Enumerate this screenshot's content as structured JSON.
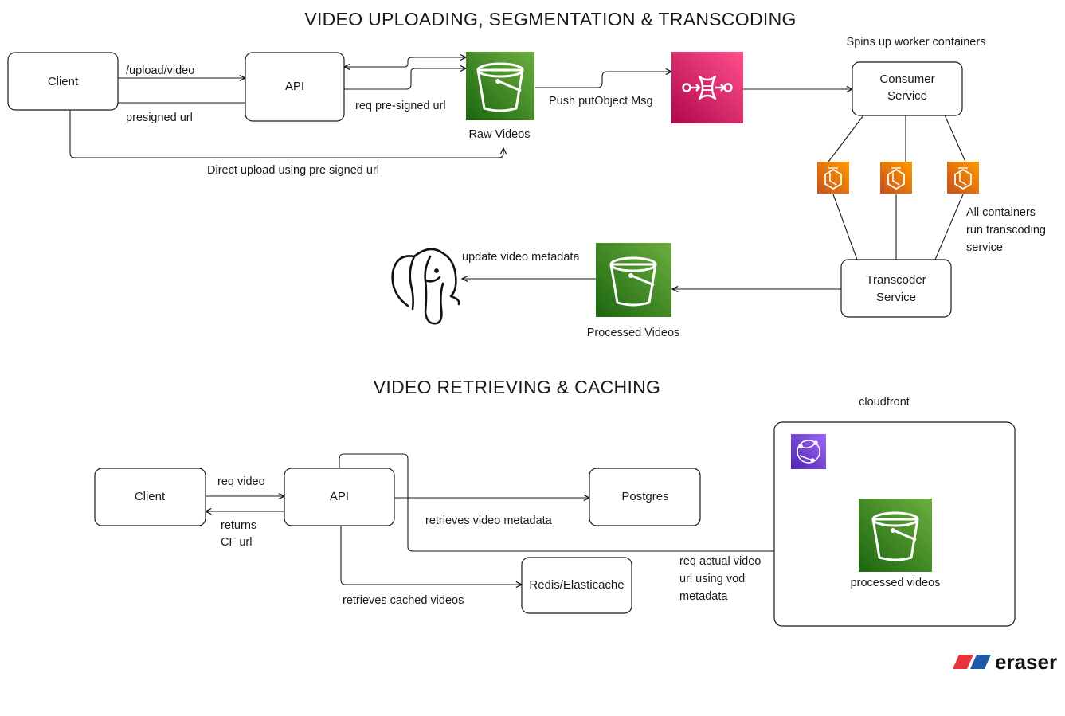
{
  "titles": {
    "upload": "VIDEO UPLOADING, SEGMENTATION & TRANSCODING",
    "retrieve": "VIDEO RETRIEVING & CACHING"
  },
  "upload_nodes": {
    "client": "Client",
    "api": "API",
    "raw_videos": "Raw Videos",
    "consumer_line1": "Consumer",
    "consumer_line2": "Service",
    "transcoder_line1": "Transcoder",
    "transcoder_line2": "Service",
    "processed_videos": "Processed Videos"
  },
  "upload_edges": {
    "upload_video": "/upload/video",
    "presigned_url": "presigned url",
    "req_presigned": "req pre-signed url",
    "direct_upload": "Direct upload using pre signed url",
    "push_put_object": "Push putObject Msg",
    "update_metadata": "update video metadata"
  },
  "annotations": {
    "spins_up": "Spins up worker containers",
    "containers_line1": "All containers",
    "containers_line2": "run transcoding",
    "containers_line3": "service",
    "cloudfront": "cloudfront"
  },
  "retrieve_nodes": {
    "client": "Client",
    "api": "API",
    "postgres": "Postgres",
    "redis": "Redis/Elasticache",
    "processed_videos": "processed videos"
  },
  "retrieve_edges": {
    "req_video": "req video",
    "returns_line1": "returns",
    "returns_line2": "CF url",
    "retrieves_metadata": "retrieves video metadata",
    "retrieves_cached": "retrieves cached videos",
    "req_actual_line1": "req actual video",
    "req_actual_line2": "url using vod",
    "req_actual_line3": "metadata"
  },
  "branding": {
    "name": "eraser"
  },
  "colors": {
    "s3_green": "#3f8624",
    "sqs_pink": "#e7157b",
    "ecs_orange": "#e36a10",
    "cloudfront_purple": "#8c4fff",
    "eraser_red": "#e8323c",
    "eraser_blue": "#1f5aa8"
  },
  "icons": {
    "s3": "s3-bucket-icon",
    "sqs": "sqs-queue-icon",
    "ecs": "ecs-container-icon",
    "cloudfront": "cloudfront-icon",
    "postgres": "postgres-elephant-icon",
    "brand": "eraser-logo-icon"
  }
}
